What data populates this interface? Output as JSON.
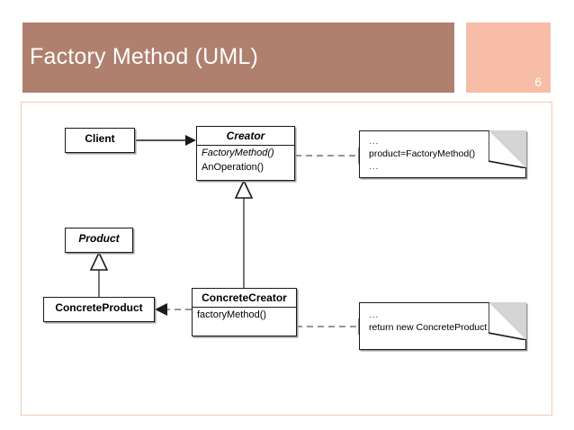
{
  "slide": {
    "title": "Factory Method (UML)",
    "page_number": "6",
    "header_color": "#b0806f",
    "page_box_color": "#f7bda6",
    "frame_border_color": "#f6c9b6"
  },
  "diagram": {
    "type": "uml-class-diagram",
    "classes": [
      {
        "id": "client",
        "name": "Client",
        "style": "bold",
        "operations": []
      },
      {
        "id": "creator",
        "name": "Creator",
        "style": "bold-italic",
        "operations": [
          "FactoryMethod()",
          "AnOperation()"
        ]
      },
      {
        "id": "product",
        "name": "Product",
        "style": "bold-italic",
        "operations": []
      },
      {
        "id": "concreteproduct",
        "name": "ConcreteProduct",
        "style": "bold",
        "operations": []
      },
      {
        "id": "concretecreator",
        "name": "ConcreteCreator",
        "style": "bold",
        "operations": [
          "factoryMethod()"
        ]
      }
    ],
    "notes": [
      {
        "id": "note-top",
        "lines": [
          "...",
          "product=FactoryMethod()",
          "..."
        ],
        "anchor": "creator.FactoryMethod()"
      },
      {
        "id": "note-bottom",
        "lines": [
          "...",
          "return new ConcreteProduct"
        ],
        "anchor": "concretecreator.factoryMethod()"
      }
    ],
    "relations": [
      {
        "from": "client",
        "to": "creator",
        "kind": "association-solid-filled-arrow"
      },
      {
        "from": "concretecreator",
        "to": "creator",
        "kind": "generalization-hollow-triangle"
      },
      {
        "from": "concreteproduct",
        "to": "product",
        "kind": "generalization-hollow-triangle"
      },
      {
        "from": "concretecreator",
        "to": "concreteproduct",
        "kind": "dependency-dashed-filled-arrow"
      }
    ]
  }
}
